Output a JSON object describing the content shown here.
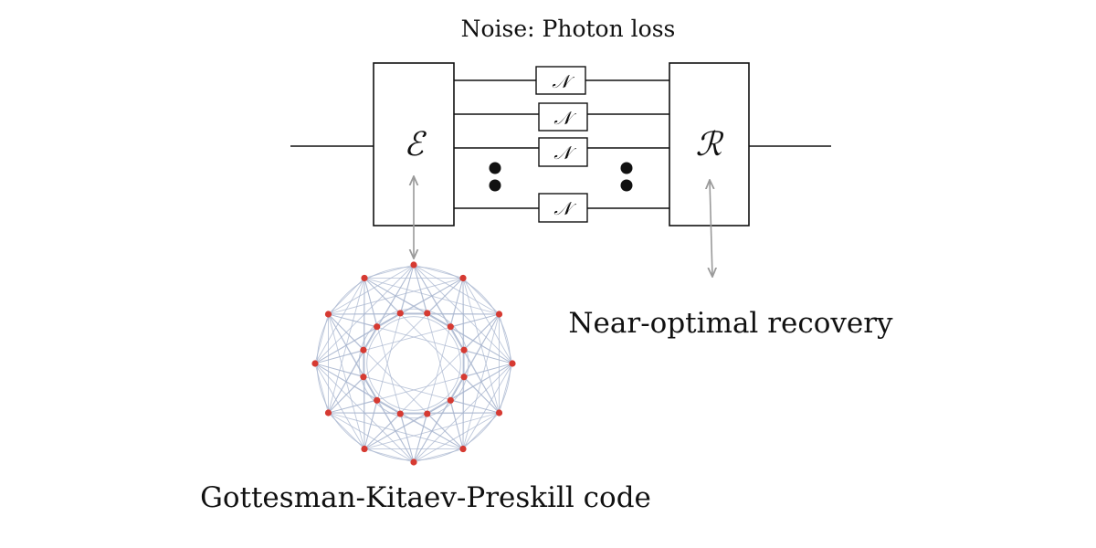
{
  "title": "Noise: Photon loss",
  "encoder_symbol": "ℰ",
  "recovery_symbol": "ℛ",
  "noise_symbol": "𝒩",
  "code_label": "Gottesman-Kitaev-Preskill code",
  "recovery_label": "Near-optimal recovery",
  "colors": {
    "lines": "#111111",
    "arrows": "#9a9a9a",
    "graph_edges": "#a9b6cf",
    "graph_nodes": "#d63a32"
  },
  "graph": {
    "outer_nodes": 12,
    "inner_nodes": 12
  }
}
